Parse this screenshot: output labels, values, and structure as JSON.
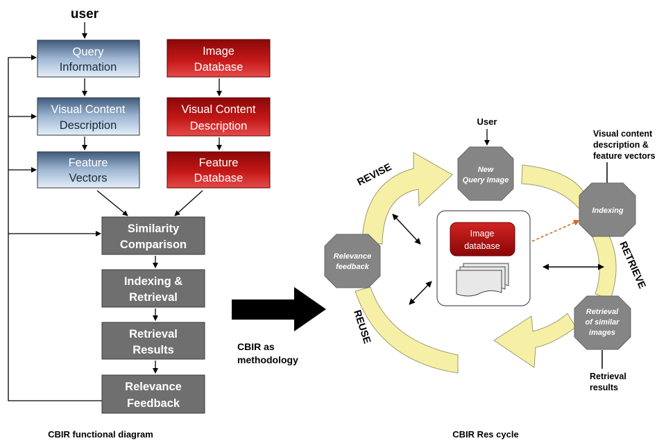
{
  "left_diagram": {
    "user_label": "user",
    "blue_boxes": [
      {
        "line1": "Query",
        "line2": "Information"
      },
      {
        "line1": "Visual Content",
        "line2": "Description"
      },
      {
        "line1": "Feature",
        "line2": "Vectors"
      }
    ],
    "red_boxes": [
      {
        "line1": "Image",
        "line2": "Database"
      },
      {
        "line1": "Visual Content",
        "line2": "Description"
      },
      {
        "line1": "Feature",
        "line2": "Database"
      }
    ],
    "gray_boxes": [
      {
        "line1": "Similarity",
        "line2": "Comparison"
      },
      {
        "line1": "Indexing &",
        "line2": "Retrieval"
      },
      {
        "line1": "Retrieval",
        "line2": "Results"
      },
      {
        "line1": "Relevance",
        "line2": "Feedback"
      }
    ],
    "caption": "CBIR functional diagram"
  },
  "middle": {
    "line1": "CBIR as",
    "line2": "methodology"
  },
  "right_diagram": {
    "user_label": "User",
    "visual_label": [
      "Visual content",
      "description &",
      "feature vectors"
    ],
    "retrieval_results_label": [
      "Retrieval",
      "results"
    ],
    "octagons": {
      "new_query": [
        "New",
        "Query Image"
      ],
      "indexing": [
        "Indexing"
      ],
      "retrieval_similar": [
        "Retrieval",
        "of similar",
        "images"
      ],
      "relevance": [
        "Relevance",
        "feedback"
      ]
    },
    "image_db": [
      "Image",
      "database"
    ],
    "cycle_labels": {
      "revise": "REVISE",
      "retrieve": "RETRIEVE",
      "reuse": "REUSE"
    },
    "caption": "CBIR Res cycle"
  },
  "colors": {
    "blue_top": "#3f5a7c",
    "blue_bottom": "#e4eef9",
    "red_top": "#9a0c0c",
    "red_bottom": "#e54040",
    "gray_box": "#707070",
    "octagon": "#858585",
    "cycle_arrow": "#f6f0a6",
    "db_red": "#b40d0d"
  }
}
